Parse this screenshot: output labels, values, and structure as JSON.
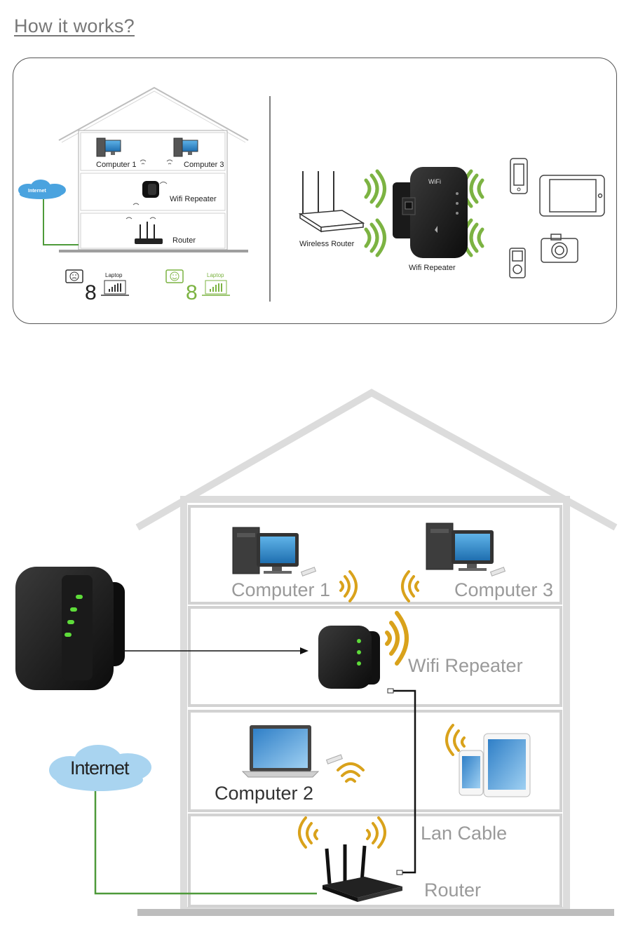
{
  "heading": "How it works?",
  "top_left": {
    "computer_1": "Computer 1",
    "computer_3": "Computer 3",
    "wifi_repeater": "Wifi Repeater",
    "router": "Router",
    "internet": "Internet",
    "laptop_bad": "Laptop",
    "laptop_good": "Laptop",
    "count_bad": "8",
    "count_good": "8"
  },
  "top_right": {
    "wireless_router": "Wireless Router",
    "wifi_repeater": "Wifi Repeater",
    "device_brand": "WiFi"
  },
  "bottom": {
    "computer_1": "Computer 1",
    "computer_3": "Computer 3",
    "wifi_repeater": "Wifi Repeater",
    "computer_2": "Computer 2",
    "lan_cable": "Lan Cable",
    "router": "Router",
    "internet": "Internet"
  },
  "colors": {
    "wifi_green": "#7cb342",
    "wifi_gold": "#d9a21b",
    "internet_blue": "#4aa3df",
    "cloud_light": "#a9d4f0",
    "line_green": "#4e9a3a",
    "house_gray": "#d5d5d5"
  }
}
